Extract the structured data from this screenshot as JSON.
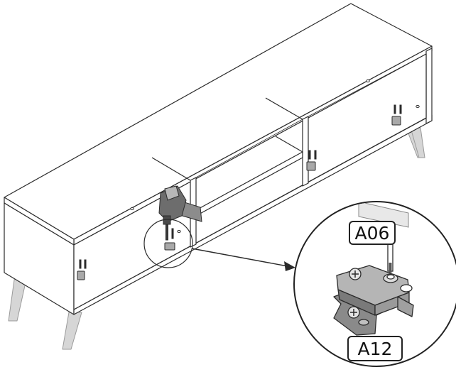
{
  "callouts": {
    "screw_label": "A06",
    "plate_label": "A12"
  },
  "colors": {
    "outline": "#2b2b2b",
    "leg": "#d6d6d6",
    "drill_body": "#8c8c8c",
    "drill_dark": "#4a4a4a",
    "plate": "#a9a9a9",
    "plate_dark": "#6e6e6e"
  },
  "icons": [
    "tv-cabinet",
    "cordless-drill",
    "hinge-mounting-plate",
    "screw"
  ]
}
